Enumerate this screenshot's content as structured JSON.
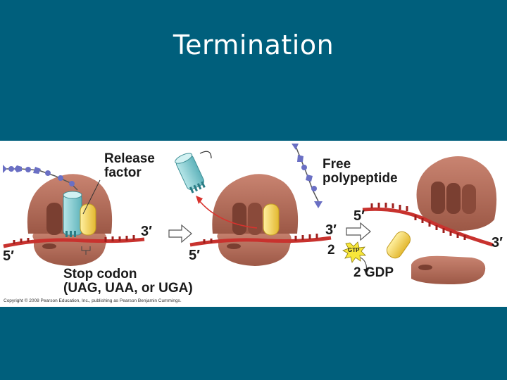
{
  "slide": {
    "title": "Termination"
  },
  "figure": {
    "labels": {
      "release_factor_line1": "Release",
      "release_factor_line2": "factor",
      "free_line1": "Free",
      "free_line2": "polypeptide",
      "stop_codon_line1": "Stop codon",
      "stop_codon_line2": "(UAG, UAA, or UGA)",
      "panel1_three_prime": "3′",
      "panel1_five_prime": "5′",
      "panel2_three_prime": "3′",
      "panel2_five_prime": "5′",
      "panel3_five_prime": "5′",
      "panel3_three_prime": "3′",
      "gtp_count": "2",
      "gtp": "GTP",
      "gdp": "2 GDP"
    },
    "copyright": "Copyright © 2008 Pearson Education, Inc., publishing as Pearson Benjamin Cummings.",
    "colors": {
      "ribosome": "#b46d5b",
      "ribosome_dark": "#7a3f31",
      "mrna": "#c8322e",
      "release_factor": "#8fd0d4",
      "trna_site": "#f2d45e",
      "polypeptide": "#6a6fc4",
      "background": "#005f7c"
    }
  }
}
